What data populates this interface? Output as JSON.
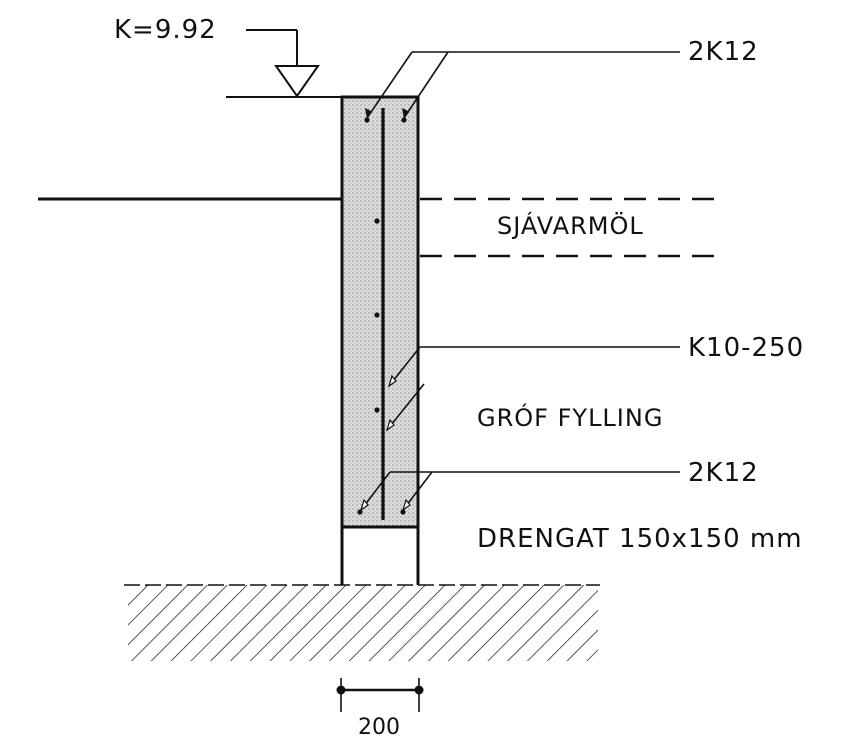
{
  "labels": {
    "level": "K=9.92",
    "rebar_top": "2K12",
    "soil_layer": "SJÁVARMÖL",
    "rebar_mid": "K10-250",
    "fill": "GRÓF FYLLING",
    "rebar_bottom": "2K12",
    "drain": "DRENGAT 150x150 mm",
    "width_dim": "200"
  },
  "colors": {
    "ink": "#111111",
    "concrete_fill": "#d9d9d9",
    "background": "#ffffff"
  }
}
